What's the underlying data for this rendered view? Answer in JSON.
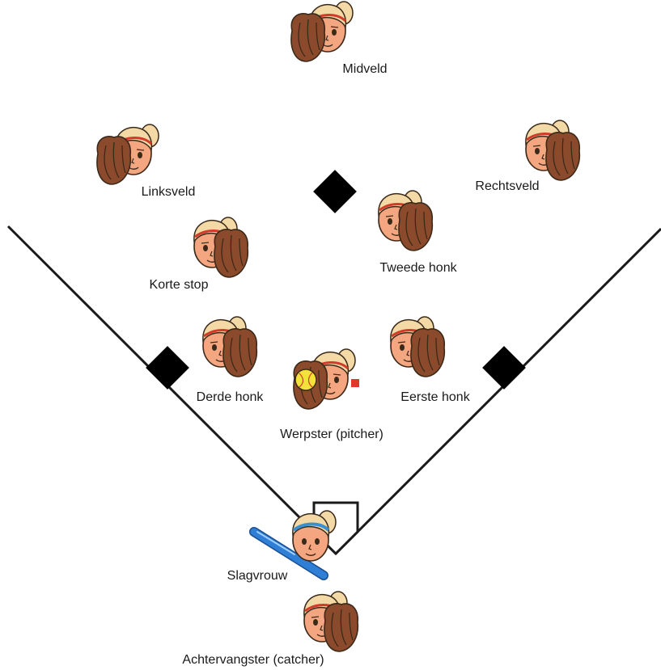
{
  "positions": {
    "midveld": "Midveld",
    "linksveld": "Linksveld",
    "rechtsveld": "Rechtsveld",
    "korte_stop": "Korte stop",
    "tweede_honk": "Tweede honk",
    "derde_honk": "Derde honk",
    "eerste_honk": "Eerste honk",
    "werpster": "Werpster (pitcher)",
    "slagvrouw": "Slagvrouw",
    "achtervangster": "Achtervangster (catcher)"
  },
  "colors": {
    "line": "#1a1a1a",
    "base": "#000000",
    "skin": "#f4a680",
    "hair": "#f2d9a6",
    "glove": "#8b4a2b",
    "headband_red": "#d23a2a",
    "headband_blue": "#3a8fd0",
    "bat": "#2f7fd6",
    "ball": "#f2e23a",
    "rubber": "#e8352a"
  }
}
